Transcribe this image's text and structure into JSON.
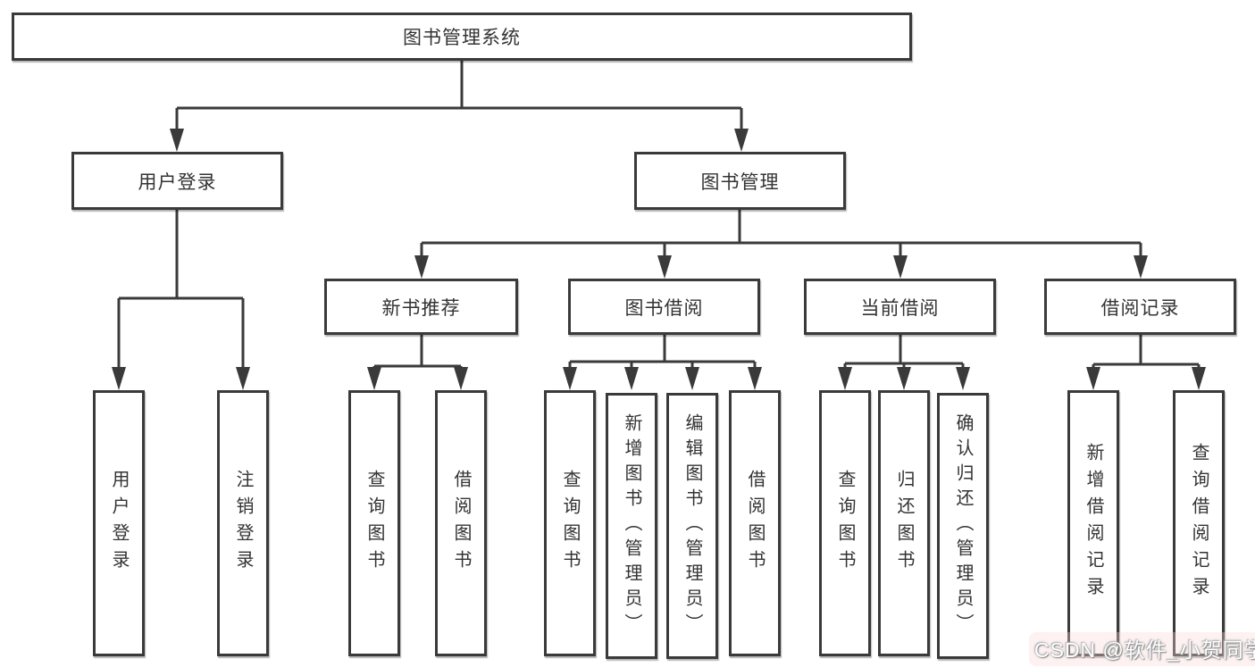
{
  "diagram_title": "图书管理系统",
  "root": {
    "label": "图书管理系统"
  },
  "level2": {
    "user_login": {
      "label": "用户登录"
    },
    "book_mgmt": {
      "label": "图书管理"
    }
  },
  "level3": {
    "new_book_rec": {
      "label": "新书推荐"
    },
    "book_borrow": {
      "label": "图书借阅"
    },
    "current_borrow": {
      "label": "当前借阅"
    },
    "borrow_records": {
      "label": "借阅记录"
    }
  },
  "leaves": {
    "user_login": {
      "label": "用户登录"
    },
    "logout": {
      "label": "注销登录"
    },
    "query_book_1": {
      "label": "查询图书"
    },
    "borrow_book_1": {
      "label": "借阅图书"
    },
    "query_book_2": {
      "label": "查询图书"
    },
    "add_book_admin": {
      "label": "新增图书（管理员）"
    },
    "edit_book_admin": {
      "label": "编辑图书（管理员）"
    },
    "borrow_book_2": {
      "label": "借阅图书"
    },
    "query_book_3": {
      "label": "查询图书"
    },
    "return_book": {
      "label": "归还图书"
    },
    "confirm_return_admin": {
      "label": "确认归还（管理员）"
    },
    "add_borrow_record": {
      "label": "新增借阅记录"
    },
    "query_borrow_record": {
      "label": "查询借阅记录"
    }
  },
  "watermark": {
    "text": "CSDN @软件_小贺同学"
  },
  "colors": {
    "line": "#3a3a3a",
    "box_border": "#3a3a3a",
    "text": "#333333",
    "background": "#ffffff"
  }
}
